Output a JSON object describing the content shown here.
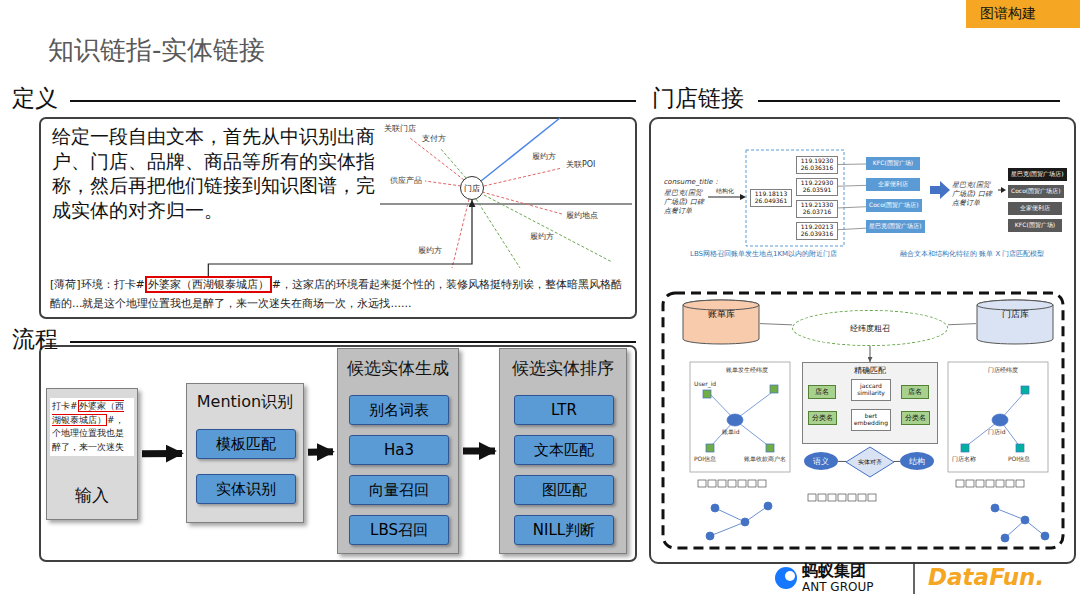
{
  "diagram": {
    "title": "知识链指-实体链接",
    "nodes": [
      {
        "text": [
          "外婆家（西湖银泰城店）"
        ]
      },
      {
        "text": [
          "门店"
        ]
      },
      {
        "text": [
          "输入"
        ]
      },
      {
        "text": [
          "Mention识别"
        ]
      },
      {
        "text": [
          "模板匹配"
        ],
        "in": 3
      },
      {
        "text": [
          "实体识别"
        ],
        "in": 3
      },
      {
        "text": [
          "候选实体生成"
        ]
      },
      {
        "text": [
          "别名词表"
        ],
        "in": 6
      },
      {
        "text": [
          "Ha3"
        ],
        "in": 6
      },
      {
        "text": [
          "向量召回"
        ],
        "in": 6
      },
      {
        "text": [
          "LBS召回"
        ],
        "in": 6
      },
      {
        "text": [
          "候选实体排序"
        ]
      },
      {
        "text": [
          "LTR"
        ],
        "in": 11
      },
      {
        "text": [
          "文本匹配"
        ],
        "in": 11
      },
      {
        "text": [
          "图匹配"
        ],
        "in": 11
      },
      {
        "text": [
          "NILL判断"
        ],
        "in": 11
      },
      {
        "text": [
          "119.19230 26.036316"
        ]
      },
      {
        "text": [
          "119.22930 26.03591"
        ]
      },
      {
        "text": [
          "119.18113 26.049361"
        ]
      },
      {
        "text": [
          "119.21330 26.03716"
        ]
      },
      {
        "text": [
          "119.20213 26.039316"
        ]
      },
      {
        "text": [
          "KFC(国贸广场)"
        ]
      },
      {
        "text": [
          "全家便利店"
        ]
      },
      {
        "text": [
          "Coco(国贸广场店)"
        ]
      },
      {
        "text": [
          "星巴克(国贸广场店)"
        ]
      },
      {
        "text": [
          "星巴克(国贸广场店)"
        ]
      },
      {
        "text": [
          "Coco(国贸广场店)"
        ]
      },
      {
        "text": [
          "全家便利店"
        ]
      },
      {
        "text": [
          "KFC(国贸广场)"
        ]
      },
      {
        "text": [
          "账单库"
        ]
      },
      {
        "text": [
          "经纬度粗召"
        ]
      },
      {
        "text": [
          "门店库"
        ]
      },
      {
        "text": [
          "精确匹配"
        ]
      },
      {
        "text": [
          "店名"
        ],
        "in": 32
      },
      {
        "text": [
          "分类名"
        ],
        "in": 32
      },
      {
        "text": [
          "jaccard similarity"
        ],
        "in": 32
      },
      {
        "text": [
          "bert embedding"
        ],
        "in": 32
      },
      {
        "text": [
          "店名"
        ],
        "in": 32
      },
      {
        "text": [
          "分类名"
        ],
        "in": 32
      },
      {
        "text": [
          "语义"
        ]
      },
      {
        "text": [
          "实体对齐"
        ]
      },
      {
        "text": [
          "结构"
        ]
      }
    ],
    "edges": [
      {
        "from": 0,
        "to": 1,
        "arrow": "to"
      },
      {
        "from": 2,
        "to": 3,
        "arrow": "to"
      },
      {
        "from": 3,
        "to": 6,
        "arrow": "to"
      },
      {
        "from": 6,
        "to": 11,
        "arrow": "to"
      },
      {
        "from": 16,
        "to": 21,
        "arrow": "none"
      },
      {
        "from": 17,
        "to": 22,
        "arrow": "none"
      },
      {
        "from": 19,
        "to": 23,
        "arrow": "none"
      },
      {
        "from": 20,
        "to": 24,
        "arrow": "none"
      },
      {
        "from": 29,
        "to": 30,
        "arrow": "none"
      },
      {
        "from": 31,
        "to": 30,
        "arrow": "none"
      },
      {
        "from": 30,
        "to": 32,
        "arrow": "to"
      },
      {
        "from": 33,
        "to": 35,
        "arrow": "to"
      },
      {
        "from": 34,
        "to": 36,
        "arrow": "to"
      },
      {
        "from": 37,
        "to": 35,
        "arrow": "to"
      },
      {
        "from": 38,
        "to": 36,
        "arrow": "to"
      },
      {
        "from": 39,
        "to": 40,
        "arrow": "none"
      },
      {
        "from": 41,
        "to": 40,
        "arrow": "none"
      }
    ],
    "labels": [
      "图谱构建",
      "定义",
      "给定一段自由文本，首先从中识别出商户、门店、品牌、商品等所有的实体指称，然后再把他们链接到知识图谱，完成实体的对齐归一。",
      "关联门店",
      "支付方",
      "履约方",
      "关联POI",
      "供应产品",
      "履约地点",
      "履约方",
      "履约方",
      "[薄荷]环境：打卡#",
      "#，这家店的环境看起来挺个性的，装修风格挺特别诶，整体暗黑风格酷酷的...就是这个地理位置我也是醉了，来一次迷失在商场一次，永远找......",
      "流程",
      "打卡#",
      "外婆家（西湖银泰城店）",
      "#，",
      "个地理位置我也是醉了，来一次迷失",
      "门店链接",
      "consume_title：",
      "星巴克(国贸广场店) 口碑点餐订单",
      "结构化",
      "星巴克(国贸广场店) 口碑点餐订单",
      "LBS网格召回账单发生地点1KM以内的附近门店",
      "融合文本和结构化特征的 账单 X 门店匹配模型",
      "账单发生经纬度",
      "User_id",
      "账单id",
      "POI信息",
      "账单收款商户名",
      "门店经纬度",
      "门店id",
      "门店名称",
      "POI信息",
      "蚂蚁集团",
      "ANT GROUP",
      "DataFun."
    ]
  }
}
